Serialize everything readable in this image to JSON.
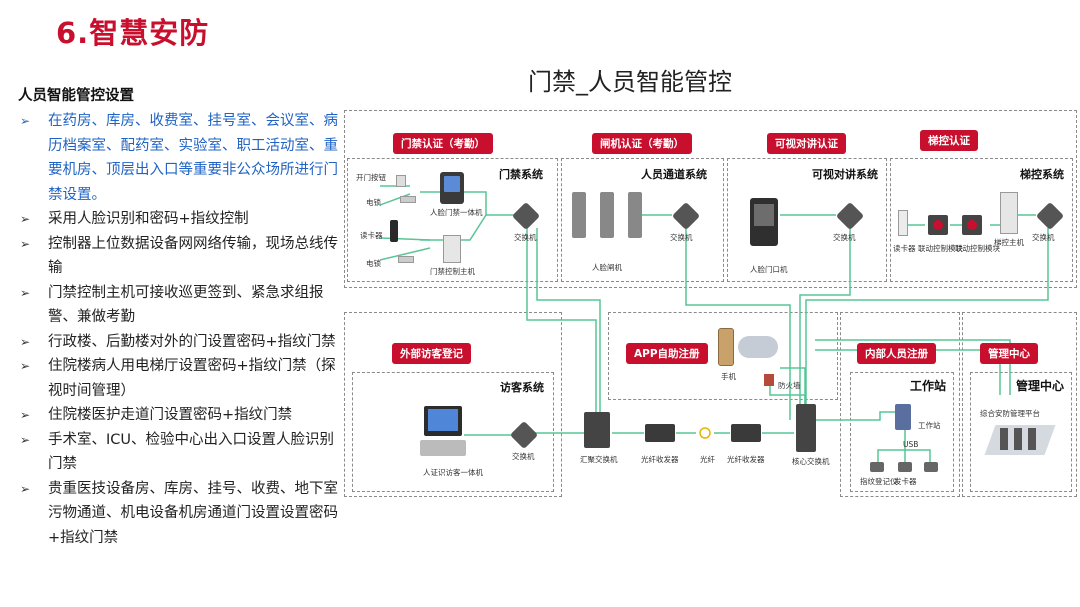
{
  "page_title": "6.智慧安防",
  "left": {
    "heading": "人员智能管控设置",
    "bullets": [
      "在药房、库房、收费室、挂号室、会议室、病历档案室、配药室、实验室、职工活动室、重要机房、顶层出入口等重要非公众场所进行门禁设置。",
      "采用人脸识别和密码+指纹控制",
      "控制器上位数据设备网网络传输，现场总线传输",
      "门禁控制主机可接收巡更签到、紧急求组报警、兼做考勤",
      "行政楼、后勤楼对外的门设置密码+指纹门禁",
      "住院楼病人用电梯厅设置密码+指纹门禁（探视时间管理）",
      "住院楼医护走道门设置密码+指纹门禁",
      "手术室、ICU、检验中心出入口设置人脸识别门禁",
      "贵重医技设备房、库房、挂号、收费、地下室污物通道、机电设备机房通道门设置设置密码+指纹门禁"
    ]
  },
  "diagram": {
    "title": "门禁_人员智能管控",
    "tags": {
      "door": "门禁认证（考勤）",
      "gate": "闸机认证（考勤）",
      "intercom": "可视对讲认证",
      "elevator": "梯控认证",
      "visitor": "外部访客登记",
      "app": "APP自助注册",
      "internal": "内部人员注册",
      "mgmt": "管理中心"
    },
    "systems": {
      "door": "门禁系统",
      "gate": "人员通道系统",
      "intercom": "可视对讲系统",
      "elevator": "梯控系统",
      "visitor": "访客系统",
      "workstation": "工作站",
      "mgmt": "管理中心"
    },
    "devices": {
      "open_btn": "开门按钮",
      "lock1": "电锁",
      "reader": "读卡器",
      "lock2": "电锁",
      "face_door": "人脸门禁一体机",
      "door_ctrl": "门禁控制主机",
      "switch": "交换机",
      "face_gate": "人脸闸机",
      "face_intercom": "人脸门口机",
      "elev_reader": "读卡器",
      "elev_mod1": "联动控制模块",
      "elev_mod2": "联动控制模块",
      "elev_host": "梯控主机",
      "visitor_kiosk": "人证识访客一体机",
      "agg_switch": "汇聚交换机",
      "fiber_tx1": "光纤收发器",
      "fiber": "光纤",
      "fiber_tx2": "光纤收发器",
      "core_switch": "核心交换机",
      "phone": "手机",
      "firewall": "防火墙",
      "ws_label": "工作站",
      "usb": "USB",
      "fingerprint": "指纹登记仪",
      "issuer": "发卡器",
      "mgmt_platform": "综合安防管理平台"
    },
    "colors": {
      "accent": "#c8102e",
      "link": "#57c596"
    }
  }
}
